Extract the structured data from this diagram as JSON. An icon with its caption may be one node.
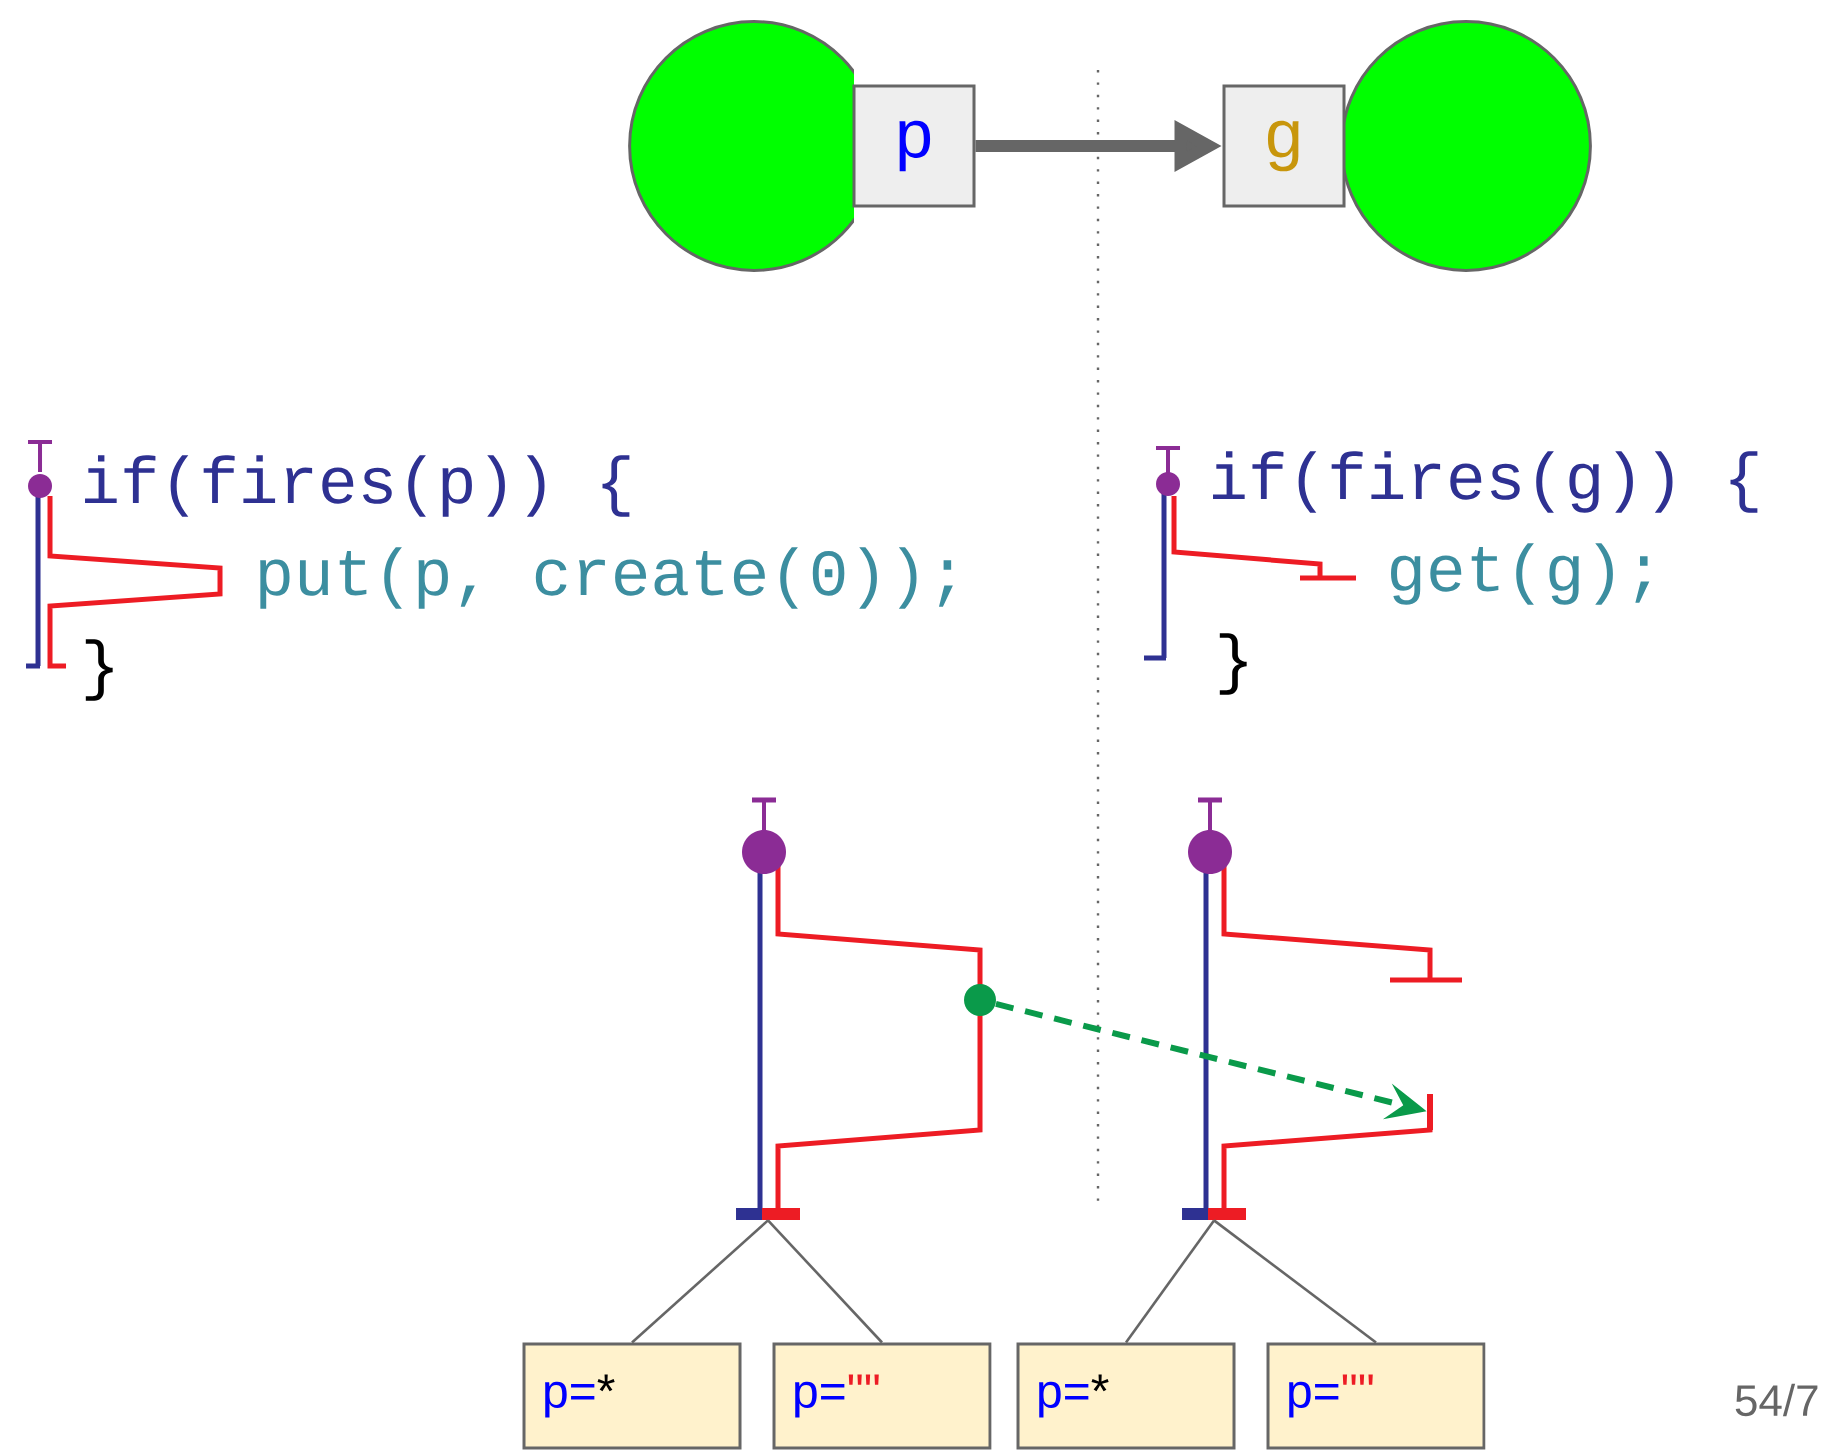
{
  "diagram": {
    "nodes": [
      {
        "text": [],
        "shape": "circle"
      },
      {
        "text": [
          "p"
        ]
      },
      {
        "text": [
          "g"
        ]
      },
      {
        "text": [],
        "shape": "circle"
      },
      {
        "text": [],
        "shape": "bar"
      },
      {
        "text": [],
        "shape": "bar"
      },
      {
        "text": [],
        "shape": "circle"
      },
      {
        "text": [
          "p=",
          "*"
        ]
      },
      {
        "text": [
          "p=",
          "\"\""
        ]
      },
      {
        "text": [
          "p=",
          "*"
        ]
      },
      {
        "text": [
          "p=",
          "\"\""
        ]
      },
      {
        "text": [],
        "shape": "bar"
      }
    ],
    "edges": [
      {
        "from": 1,
        "to": 2,
        "arrow": "to",
        "style": "thick"
      },
      {
        "from": 4,
        "to": 7,
        "arrow": "none"
      },
      {
        "from": 4,
        "to": 8,
        "arrow": "none"
      },
      {
        "from": 5,
        "to": 9,
        "arrow": "none"
      },
      {
        "from": 5,
        "to": 10,
        "arrow": "none"
      },
      {
        "from": 6,
        "to": 11,
        "arrow": "to",
        "style": "dashed",
        "color": "#0a9a4a"
      }
    ],
    "labels": [
      "if(fires(p)) {",
      "if(fires(g)) {",
      "put(p, create(0));",
      "get(g);",
      "}",
      "}",
      "54/7"
    ]
  }
}
